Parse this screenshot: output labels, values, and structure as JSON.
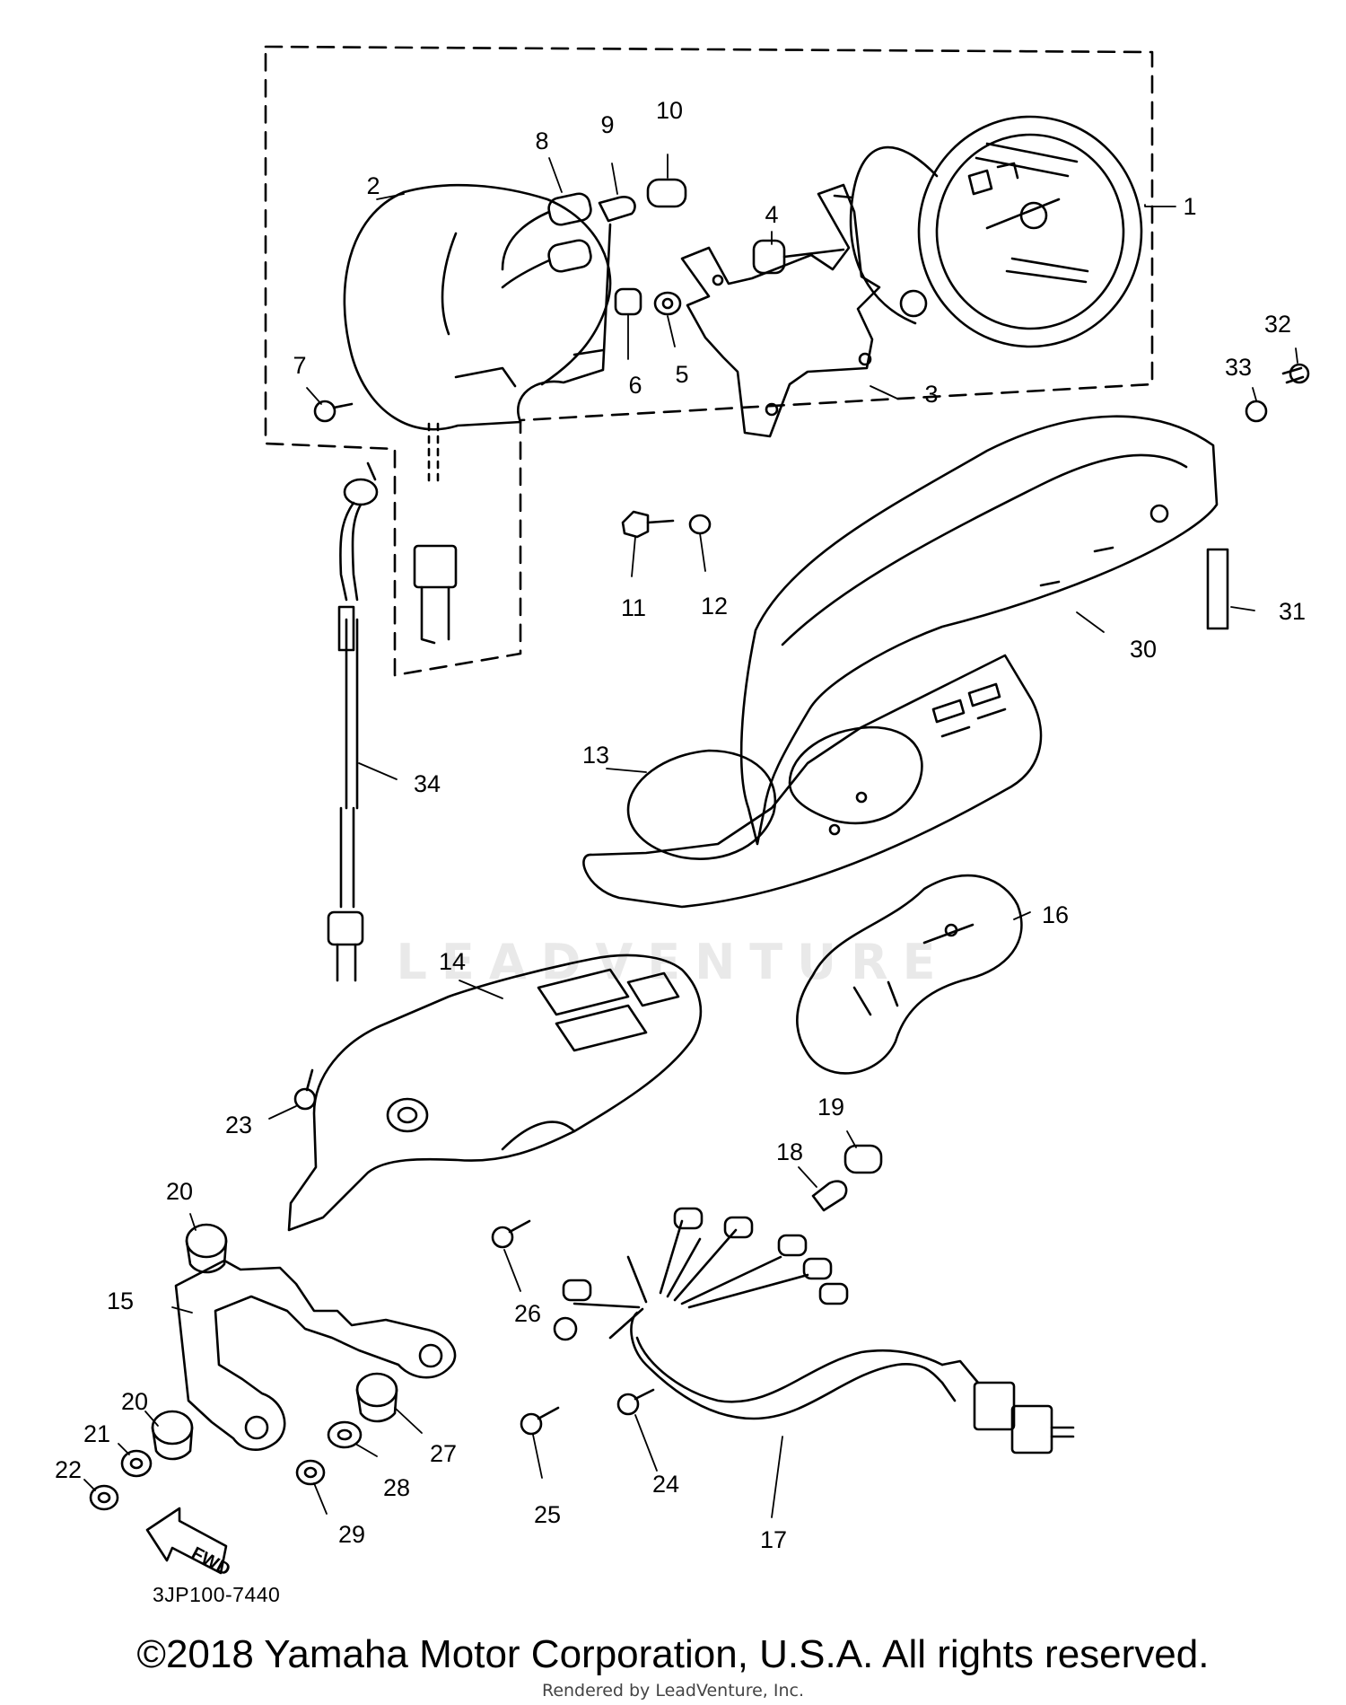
{
  "diagram": {
    "code": "3JP100-7440",
    "copyright": "©2018 Yamaha Motor Corporation, U.S.A. All rights reserved.",
    "rendered_by": "Rendered by LeadVenture, Inc.",
    "watermark": "LEADVENTURE",
    "fwd_label": "FWD"
  },
  "callouts": [
    {
      "id": "1",
      "label": "1"
    },
    {
      "id": "2",
      "label": "2"
    },
    {
      "id": "3",
      "label": "3"
    },
    {
      "id": "4",
      "label": "4"
    },
    {
      "id": "5",
      "label": "5"
    },
    {
      "id": "6",
      "label": "6"
    },
    {
      "id": "7",
      "label": "7"
    },
    {
      "id": "8",
      "label": "8"
    },
    {
      "id": "9",
      "label": "9"
    },
    {
      "id": "10",
      "label": "10"
    },
    {
      "id": "11",
      "label": "11"
    },
    {
      "id": "12",
      "label": "12"
    },
    {
      "id": "13",
      "label": "13"
    },
    {
      "id": "14",
      "label": "14"
    },
    {
      "id": "15",
      "label": "15"
    },
    {
      "id": "16",
      "label": "16"
    },
    {
      "id": "17",
      "label": "17"
    },
    {
      "id": "18",
      "label": "18"
    },
    {
      "id": "19",
      "label": "19"
    },
    {
      "id": "20a",
      "label": "20"
    },
    {
      "id": "20b",
      "label": "20"
    },
    {
      "id": "21",
      "label": "21"
    },
    {
      "id": "22",
      "label": "22"
    },
    {
      "id": "23",
      "label": "23"
    },
    {
      "id": "24",
      "label": "24"
    },
    {
      "id": "25",
      "label": "25"
    },
    {
      "id": "26",
      "label": "26"
    },
    {
      "id": "27",
      "label": "27"
    },
    {
      "id": "28",
      "label": "28"
    },
    {
      "id": "29",
      "label": "29"
    },
    {
      "id": "30",
      "label": "30"
    },
    {
      "id": "31",
      "label": "31"
    },
    {
      "id": "32",
      "label": "32"
    },
    {
      "id": "33",
      "label": "33"
    },
    {
      "id": "34",
      "label": "34"
    }
  ]
}
